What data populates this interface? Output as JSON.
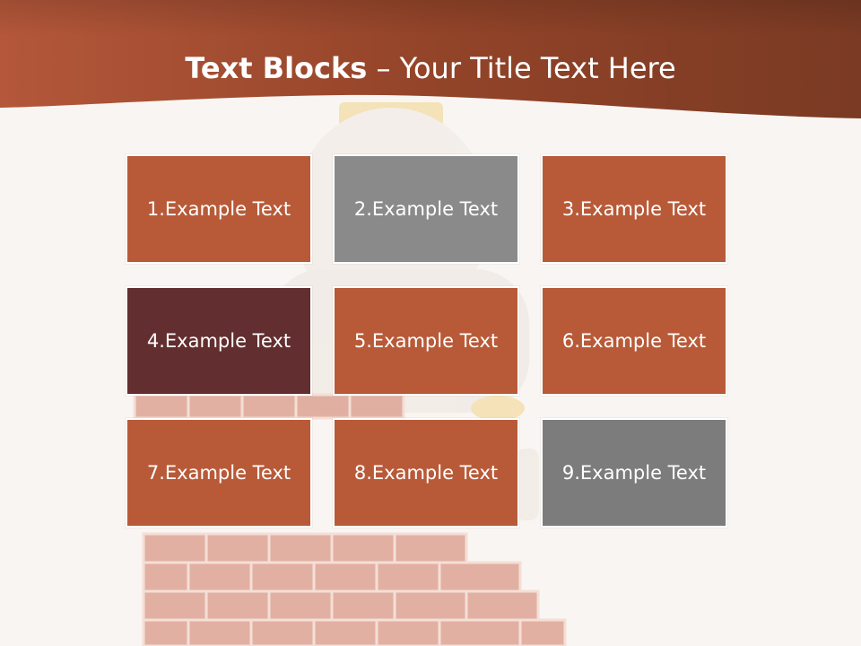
{
  "title": {
    "bold": "Text Blocks",
    "dash": " – ",
    "rest": "Your Title Text Here"
  },
  "colors": {
    "header": "#a04a2a",
    "block": "#b85a38",
    "gray_light": "#8a8a8a",
    "gray_dark": "#7c7c7c",
    "maroon": "#632e2f"
  },
  "blocks": [
    {
      "label": "1.Example Text",
      "color": "#b85a38"
    },
    {
      "label": "2.Example Text",
      "color": "#8a8a8a"
    },
    {
      "label": "3.Example Text",
      "color": "#b85a38"
    },
    {
      "label": "4.Example Text",
      "color": "#632e2f"
    },
    {
      "label": "5.Example Text",
      "color": "#b85a38"
    },
    {
      "label": "6.Example Text",
      "color": "#b85a38"
    },
    {
      "label": "7.Example Text",
      "color": "#b85a38"
    },
    {
      "label": "8.Example Text",
      "color": "#b85a38"
    },
    {
      "label": "9.Example Text",
      "color": "#7c7c7c"
    }
  ]
}
